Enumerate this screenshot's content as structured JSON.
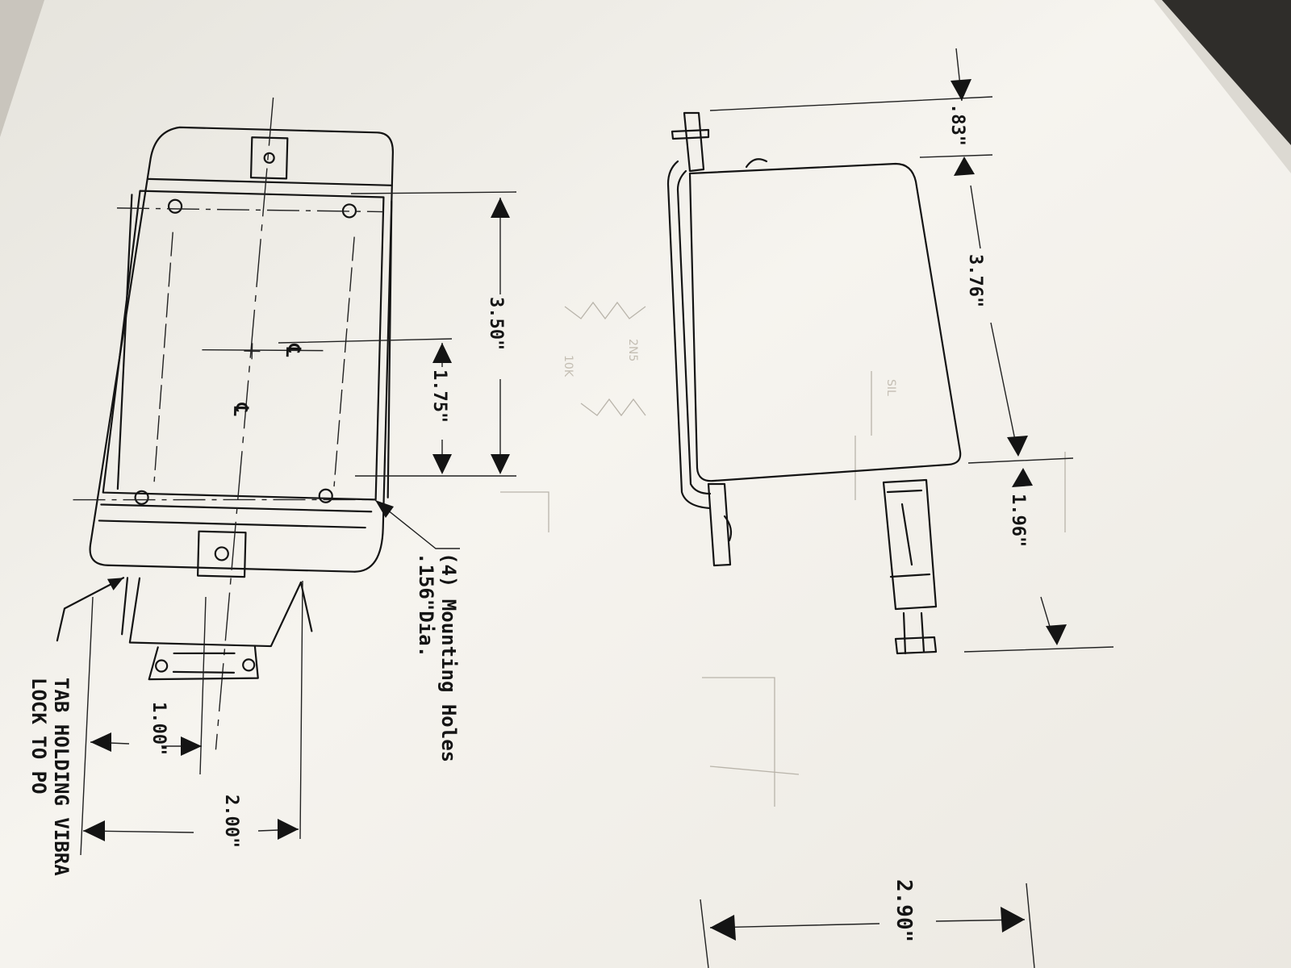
{
  "drawing": {
    "top_view": {
      "dim_height": "3.50\"",
      "dim_centerline": "1.75\"",
      "dim_tab_offset": "1.00\"",
      "dim_width": "2.00\"",
      "centerline_symbol": "℄",
      "note_holes_line1": "(4) Mounting Holes",
      "note_holes_line2": ".156\"Dia.",
      "note_tab_line1": "TAB HOLDING VIBRA",
      "note_tab_line2": "LOCK TO PO"
    },
    "side_view": {
      "dim_top": ".83\"",
      "dim_body": "3.76\"",
      "dim_bottom": "1.96\""
    },
    "end_view": {
      "dim_width": "2.90\""
    }
  },
  "colors": {
    "paper": "#f3f1ec",
    "ink": "#141414",
    "shadow": "#2c2a27"
  }
}
